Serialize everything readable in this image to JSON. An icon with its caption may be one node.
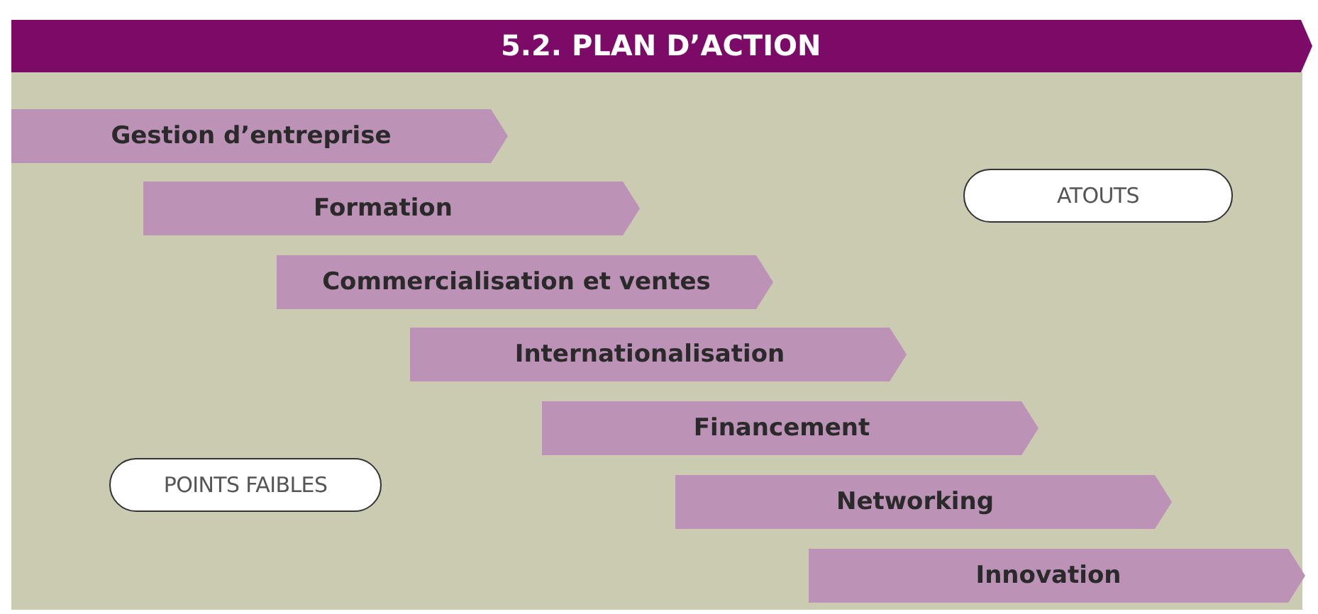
{
  "diagram": {
    "title": "5.2. PLAN D’ACTION",
    "nodes": [
      {
        "text": [
          "Gestion d’entreprise"
        ]
      },
      {
        "text": [
          "Formation"
        ]
      },
      {
        "text": [
          "Commercialisation et ventes"
        ]
      },
      {
        "text": [
          "Internationalisation"
        ]
      },
      {
        "text": [
          "Financement"
        ]
      },
      {
        "text": [
          "Networking"
        ]
      },
      {
        "text": [
          "Innovation"
        ]
      },
      {
        "text": [
          "ATOUTS"
        ]
      },
      {
        "text": [
          "POINTS FAIBLES"
        ]
      }
    ]
  }
}
